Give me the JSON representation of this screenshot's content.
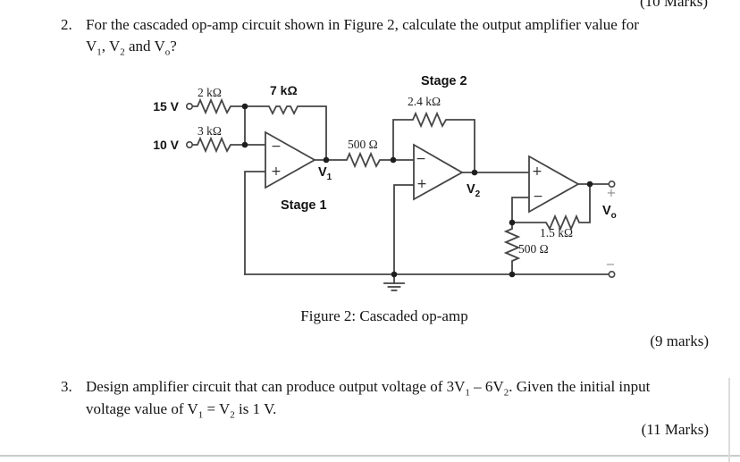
{
  "page": {
    "q1_marks_partial": "(10 Marks)",
    "q2_marks": "(9 marks)",
    "q3_marks": "(11 Marks)"
  },
  "q2": {
    "number": "2.",
    "line1": "For the cascaded op-amp circuit shown in Figure 2, calculate the output amplifier value for",
    "line2_parts": [
      "V",
      "1",
      ", V",
      "2",
      " and V",
      "o",
      "?"
    ]
  },
  "q3": {
    "number": "3.",
    "line1_parts": [
      "Design amplifier circuit that can produce output voltage of 3V",
      "1",
      " – 6V",
      "2",
      ". Given the initial input"
    ],
    "line2_parts": [
      "voltage value of V",
      "1",
      " = V",
      "2",
      " is 1 V."
    ]
  },
  "figure": {
    "caption": "Figure 2: Cascaded op-amp"
  },
  "circuit": {
    "input1_label": "15 V",
    "input2_label": "10 V",
    "r_input1": "2 kΩ",
    "r_input2": "3 kΩ",
    "r_feedback1": "7 kΩ",
    "r_interstage": "500 Ω",
    "r_feedback2": "2.4 kΩ",
    "r_feedback3": "1.5 kΩ",
    "r_ground": "500 Ω",
    "stage1_label": "Stage 1",
    "stage2_label": "Stage 2",
    "v1_parts": [
      "V",
      "1"
    ],
    "v2_parts": [
      "V",
      "2"
    ],
    "vo_parts": [
      "V",
      "o"
    ],
    "minus": "−",
    "plus": "+",
    "out_plus": "+",
    "out_minus": "−"
  }
}
